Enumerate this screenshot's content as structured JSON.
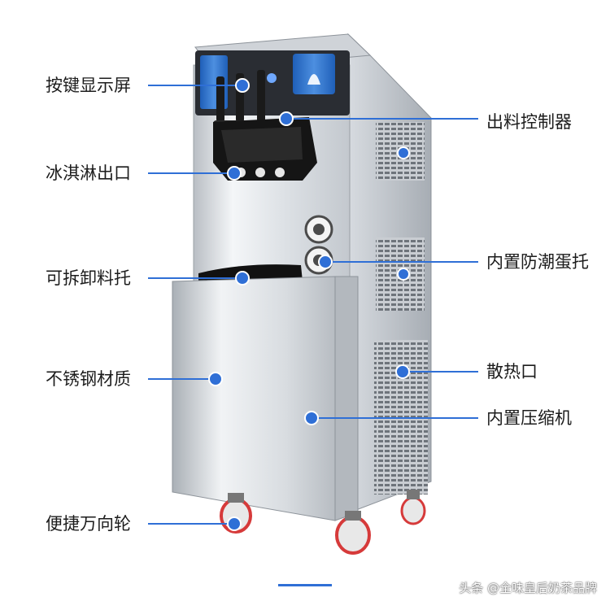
{
  "colors": {
    "callout": "#2f6fd6",
    "steel_light": "#e9ecef",
    "steel_dark": "#9aa0a6",
    "panel_blue": "#2e73c9",
    "wheel_red": "#d63a3a"
  },
  "labels": {
    "left": [
      {
        "id": "display",
        "text": "按键显示屏"
      },
      {
        "id": "outlet",
        "text": "冰淇淋出口"
      },
      {
        "id": "tray",
        "text": "可拆卸料托"
      },
      {
        "id": "steel",
        "text": "不锈钢材质"
      },
      {
        "id": "wheels",
        "text": "便捷万向轮"
      }
    ],
    "right": [
      {
        "id": "controller",
        "text": "出料控制器"
      },
      {
        "id": "egg_tray",
        "text": "内置防潮蛋托"
      },
      {
        "id": "vent",
        "text": "散热口"
      },
      {
        "id": "compressor",
        "text": "内置压缩机"
      }
    ]
  },
  "watermark": "头条 @全味皇后奶茶品牌"
}
